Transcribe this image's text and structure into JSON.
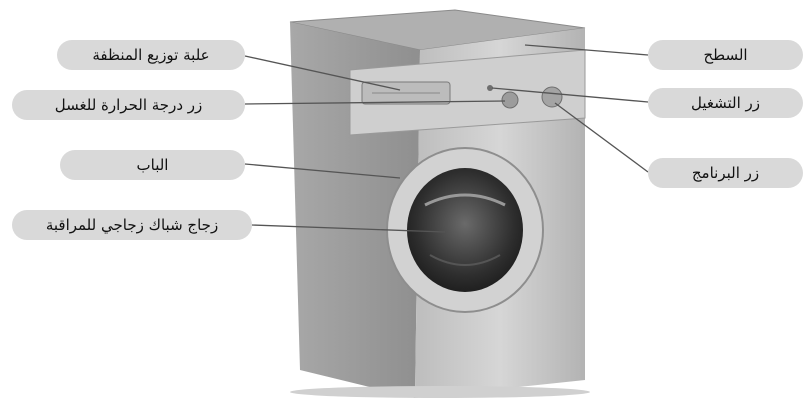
{
  "labels": {
    "detergent_box": "علبة توزيع المنظفة",
    "temperature_button": "زر درجة الحرارة للغسل",
    "door": "الباب",
    "viewing_glass": "زجاج شباك زجاجي للمراقبة",
    "top": "السطح",
    "start_button": "زر التشغيل",
    "program_button": "زر البرنامج"
  },
  "colors": {
    "label_fill": "#d9d9d9",
    "leader_line": "#555555",
    "machine_body": "#c9c9c9"
  },
  "icons": [
    "washing-machine-illustration"
  ]
}
